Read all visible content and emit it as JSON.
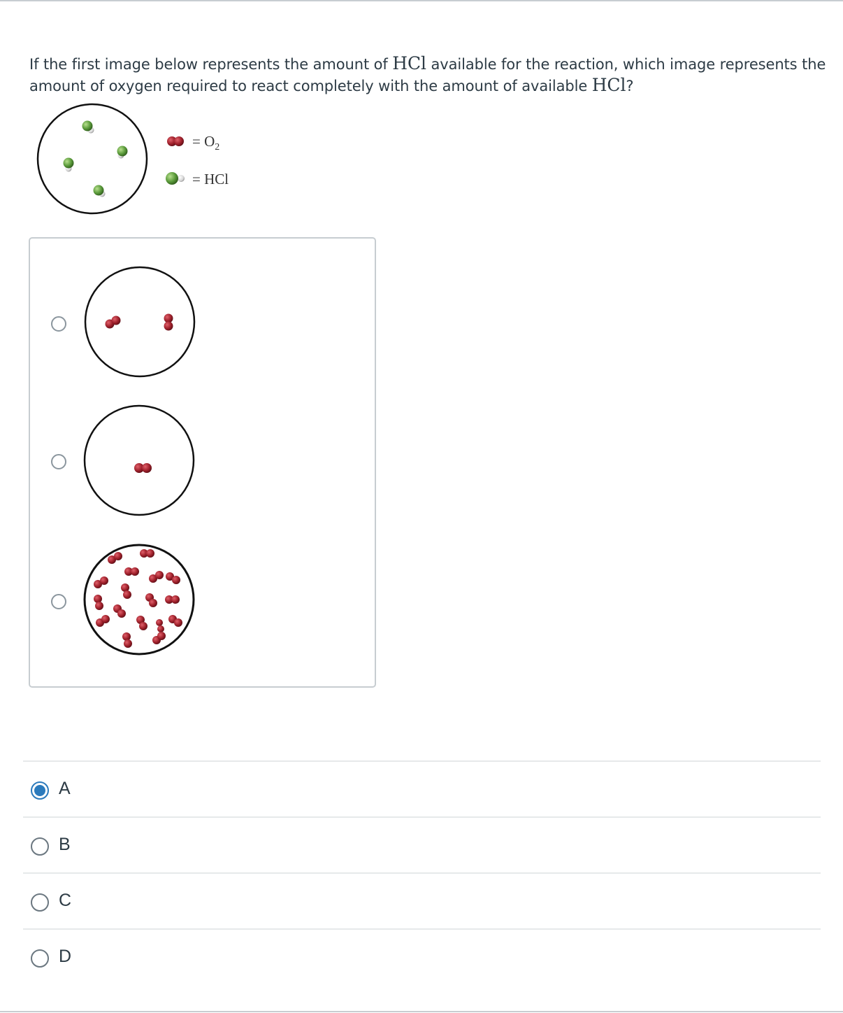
{
  "question": {
    "text_before": "If the first image below represents the amount of ",
    "formula_1": "HCl",
    "text_middle": " available for the reaction, which image represents the amount of oxygen required to react completely with the amount of available ",
    "formula_2": "HCl",
    "text_after": "?"
  },
  "legend": {
    "o2_label": "= O",
    "o2_subscript": "2",
    "hcl_label": "= HCl"
  },
  "image_options_count": 3,
  "answers": [
    {
      "label": "A",
      "selected": true
    },
    {
      "label": "B",
      "selected": false
    },
    {
      "label": "C",
      "selected": false
    },
    {
      "label": "D",
      "selected": false
    }
  ],
  "colors": {
    "oxygen": "#a0212c",
    "chlorine": "#5a9a3a",
    "hydrogen": "#dcdcdc",
    "accent": "#2b7abc",
    "border": "#c7cdd1"
  }
}
